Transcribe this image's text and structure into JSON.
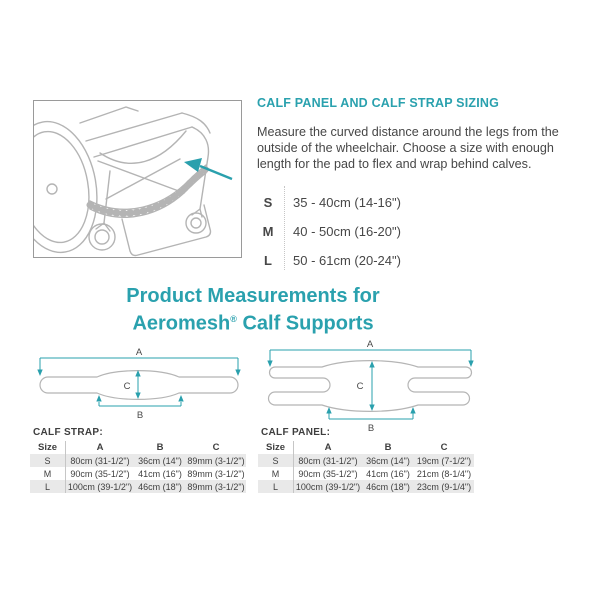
{
  "colors": {
    "accent": "#2aa1ae",
    "text": "#474747",
    "outline": "#b5b5b5",
    "row_shade": "#e9e9e9"
  },
  "sizing": {
    "heading": "CALF PANEL AND CALF STRAP SIZING",
    "body_lines": [
      "Measure the curved distance around the legs from the",
      "outside of the wheelchair. Choose a size with enough",
      "length for the pad to flex and wrap behind calves."
    ],
    "sizes": [
      {
        "label": "S",
        "range": "35 - 40cm (14-16\")"
      },
      {
        "label": "M",
        "range": "40 - 50cm (16-20\")"
      },
      {
        "label": "L",
        "range": "50 - 61cm (20-24\")"
      }
    ]
  },
  "measurements": {
    "heading_line1": "Product Measurements for",
    "brand": "Aeromesh",
    "registered": "®",
    "heading_line2_rest": " Calf Supports"
  },
  "diagrams": {
    "strap": {
      "dim_a": "A",
      "dim_b": "B",
      "dim_c": "C"
    },
    "panel": {
      "dim_a": "A",
      "dim_b": "B",
      "dim_c": "C"
    }
  },
  "tables": {
    "strap": {
      "title": "CALF STRAP:",
      "headers": [
        "Size",
        "A",
        "B",
        "C"
      ],
      "rows": [
        [
          "S",
          "80cm (31-1/2\")",
          "36cm (14\")",
          "89mm (3-1/2\")"
        ],
        [
          "M",
          "90cm (35-1/2\")",
          "41cm (16\")",
          "89mm (3-1/2\")"
        ],
        [
          "L",
          "100cm (39-1/2\")",
          "46cm (18\")",
          "89mm (3-1/2\")"
        ]
      ]
    },
    "panel": {
      "title": "CALF PANEL:",
      "headers": [
        "Size",
        "A",
        "B",
        "C"
      ],
      "rows": [
        [
          "S",
          "80cm (31-1/2\")",
          "36cm (14\")",
          "19cm (7-1/2\")"
        ],
        [
          "M",
          "90cm (35-1/2\")",
          "41cm (16\")",
          "21cm (8-1/4\")"
        ],
        [
          "L",
          "100cm (39-1/2\")",
          "46cm (18\")",
          "23cm (9-1/4\")"
        ]
      ]
    }
  }
}
